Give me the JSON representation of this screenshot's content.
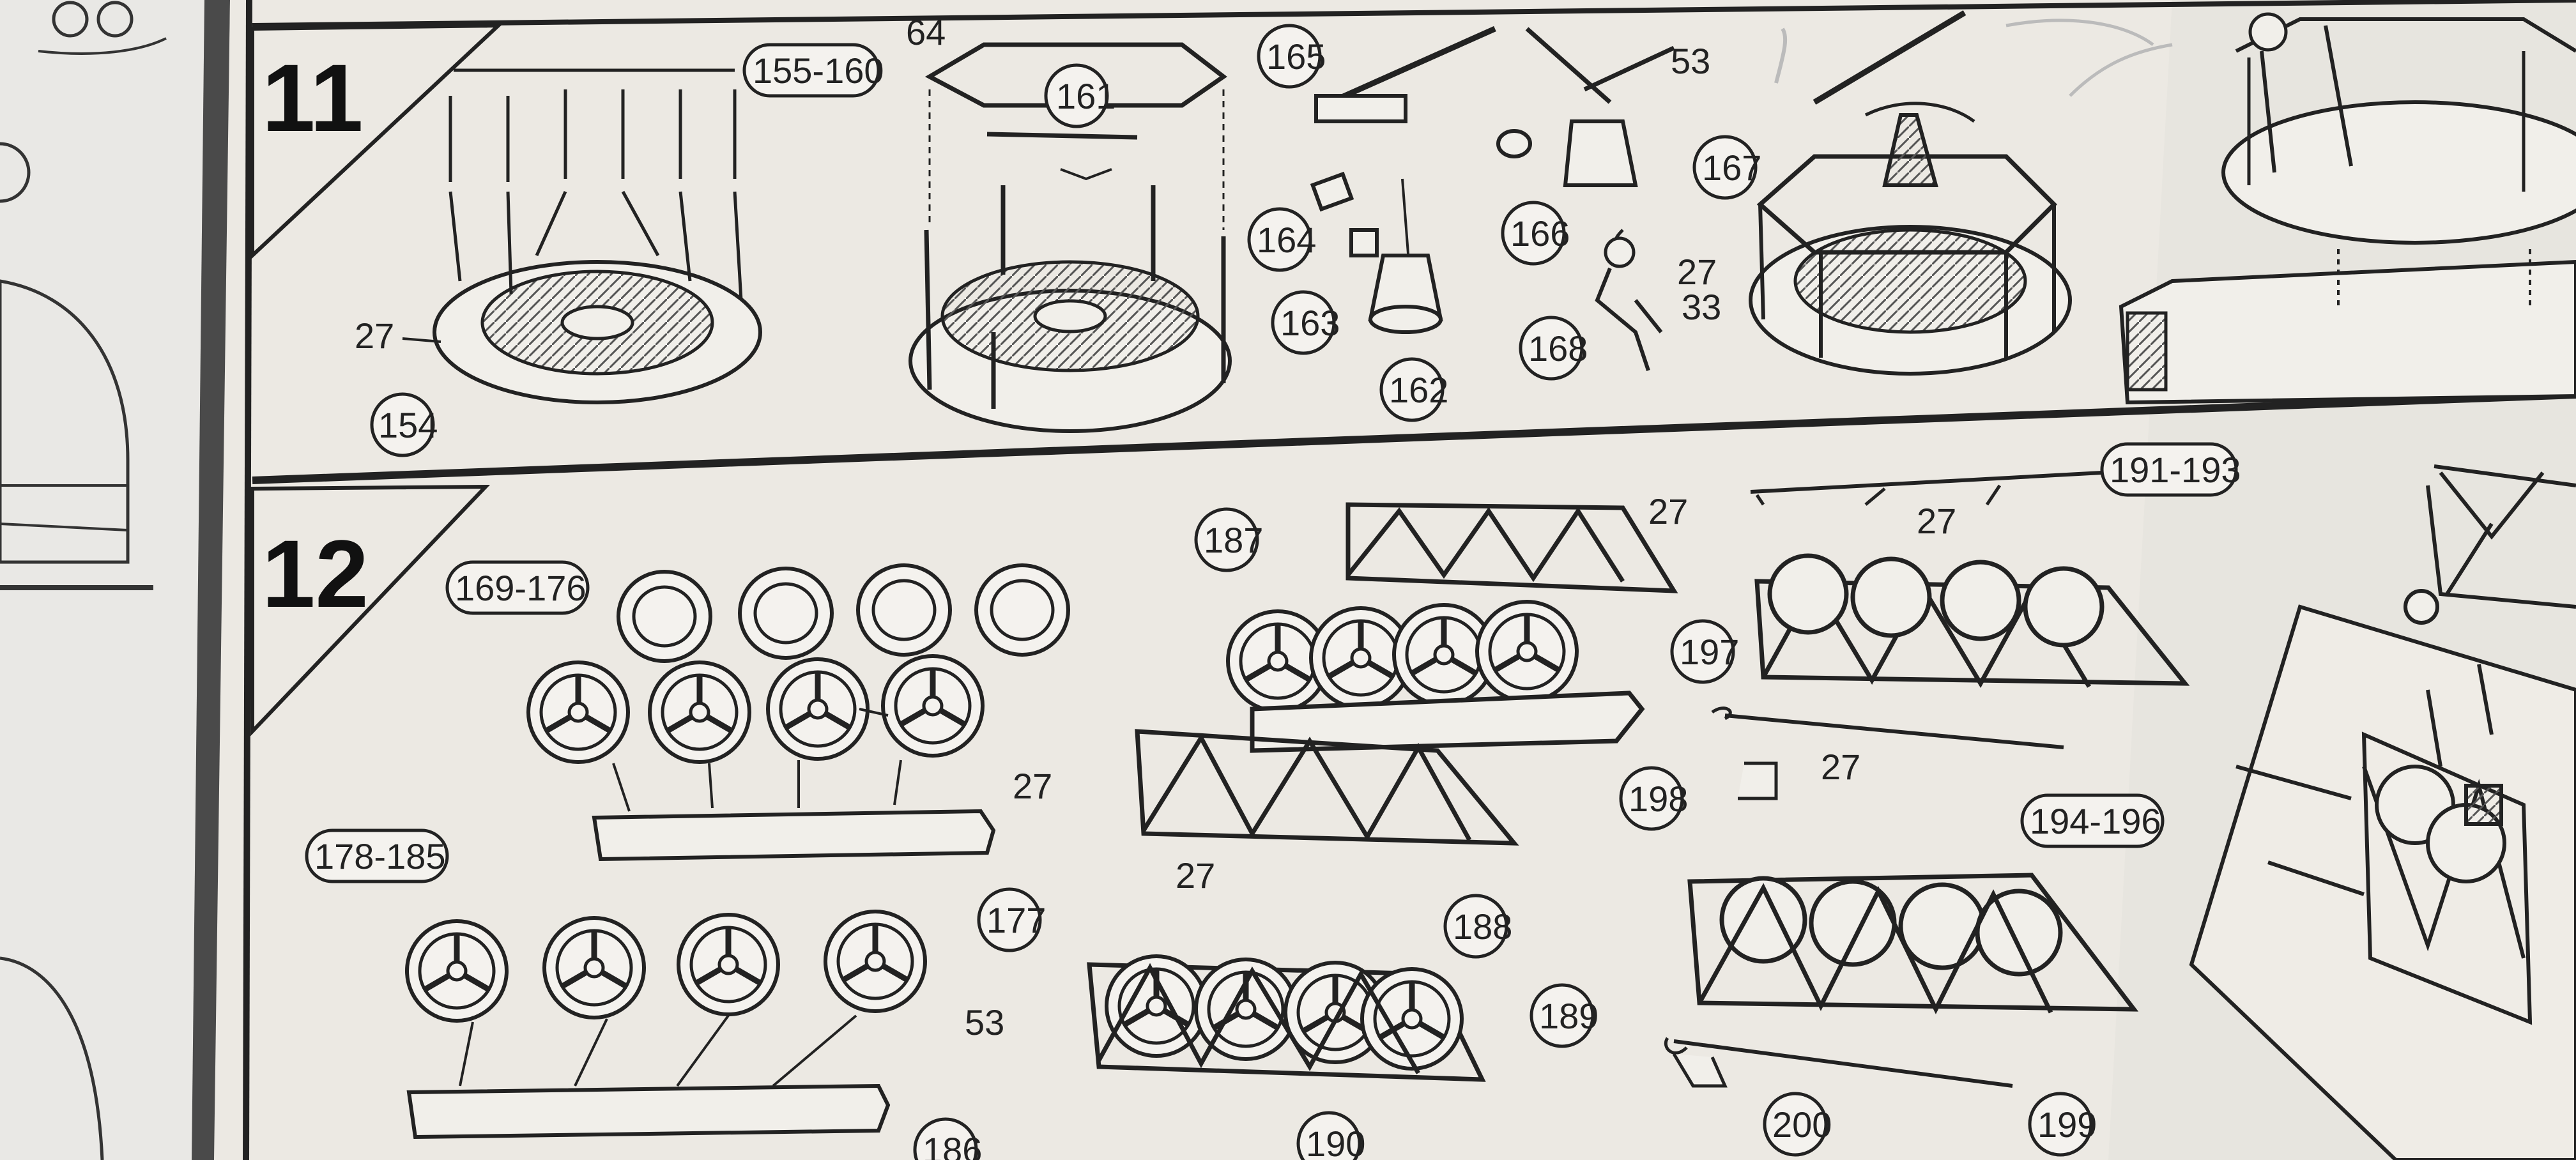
{
  "steps": [
    {
      "number": "11",
      "callouts": {
        "c155_160": "155-160",
        "c161": "161",
        "c64": "64",
        "c165": "165",
        "c53": "53",
        "c167": "167",
        "c164": "164",
        "c166": "166",
        "c163": "163",
        "c27_fig": "27",
        "c168": "168",
        "c33": "33",
        "c162": "162",
        "c27_base": "27",
        "c154": "154"
      }
    },
    {
      "number": "12",
      "callouts": {
        "c169_176": "169-176",
        "c27_wheel_bar": "27",
        "c177": "177",
        "c178_185": "178-185",
        "c53": "53",
        "c186": "186",
        "c187": "187",
        "c27_top_truss": "27",
        "c27_mid": "27",
        "c188": "188",
        "c189": "189",
        "c190": "190",
        "c191_193": "191-193",
        "c27_pins": "27",
        "c197": "197",
        "c27_hook": "27",
        "c198": "198",
        "c194_196": "194-196",
        "c199": "199",
        "c200": "200"
      }
    }
  ]
}
